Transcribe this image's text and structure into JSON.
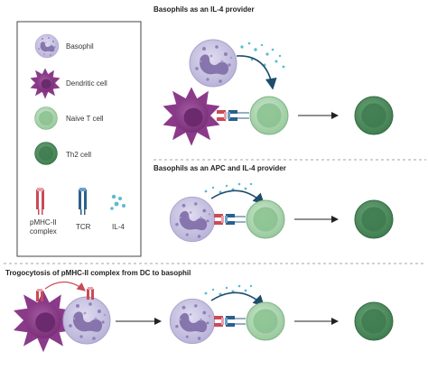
{
  "legend": {
    "items": [
      {
        "label": "Basophil"
      },
      {
        "label": "Dendritic cell"
      },
      {
        "label": "Naive T cell"
      },
      {
        "label": "Th2 cell"
      }
    ],
    "pmhc_line1": "pMHC-II",
    "pmhc_line2": "complex",
    "tcr": "TCR",
    "il4": "IL-4"
  },
  "sections": {
    "il4_provider": "Basophils as an IL-4 provider",
    "apc_provider": "Basophils as an APC and IL-4 provider",
    "trogocytosis": "Trogocytosis of pMHC-II complex from DC to basophil"
  },
  "colors": {
    "basophil": "#c9c5e2",
    "basophil_nucleus": "#7e6ba6",
    "dendritic": "#8b3a8a",
    "dendritic_nucleus": "#6b2a6e",
    "naive_t": "#a9d3ad",
    "naive_t_nucleus": "#7fbf85",
    "th2": "#4f8d5e",
    "th2_nucleus": "#3d7a4d",
    "pmhc": "#c94b57",
    "tcr": "#2c5f8a",
    "il4": "#5bbad0",
    "arrow": "#1e4d6b"
  }
}
